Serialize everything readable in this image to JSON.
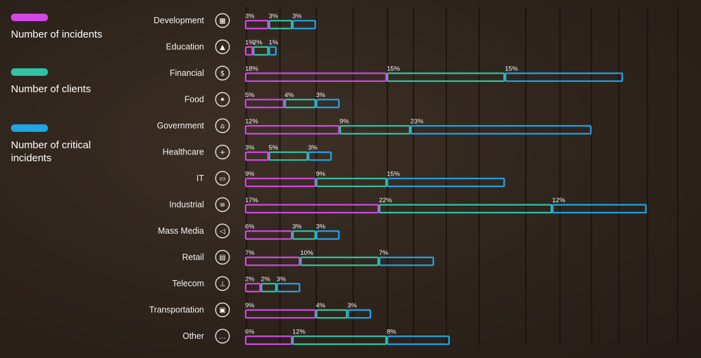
{
  "chart_data": {
    "type": "bar",
    "orientation": "horizontal",
    "stacked": true,
    "title": "",
    "xlabel": "",
    "ylabel": "",
    "grid": true,
    "legend_position": "top-left",
    "categories": [
      "Development",
      "Education",
      "Financial",
      "Food",
      "Government",
      "Healthcare",
      "IT",
      "Industrial",
      "Mass Media",
      "Retail",
      "Telecom",
      "Transportation",
      "Other"
    ],
    "category_icons": [
      "building-icon",
      "graduation-cap-icon",
      "bank-icon",
      "wheat-icon",
      "government-building-icon",
      "medical-caduceus-icon",
      "computer-monitor-icon",
      "factory-icon",
      "megaphone-icon",
      "shopping-bag-icon",
      "radio-tower-icon",
      "bus-icon",
      "more-dots-icon"
    ],
    "value_suffix": "%",
    "series": [
      {
        "name": "Number of incidents",
        "color": "#d148e4",
        "values": [
          3,
          1,
          18,
          5,
          12,
          3,
          9,
          17,
          6,
          7,
          2,
          9,
          6
        ]
      },
      {
        "name": "Number of clients",
        "color": "#2ec4a6",
        "values": [
          3,
          2,
          15,
          4,
          9,
          5,
          9,
          22,
          3,
          10,
          2,
          4,
          12
        ]
      },
      {
        "name": "Number of critical incidents",
        "color": "#1fa4e6",
        "values": [
          3,
          1,
          15,
          3,
          23,
          3,
          15,
          12,
          3,
          7,
          3,
          3,
          8
        ]
      }
    ]
  }
}
